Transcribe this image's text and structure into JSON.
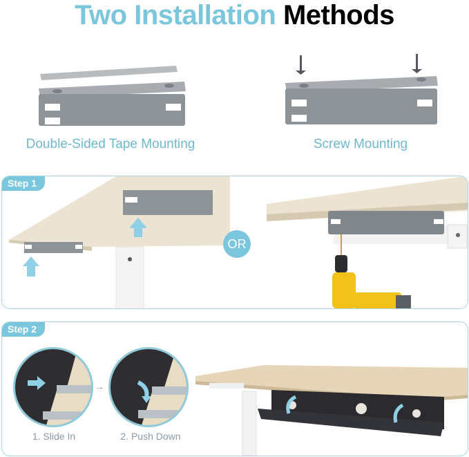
{
  "header": {
    "title_part1": "Two Installation",
    "title_part2": "Methods"
  },
  "methods": [
    {
      "label": "Double-Sided Tape Mounting",
      "illustration": "bracket-with-tape"
    },
    {
      "label": "Screw Mounting",
      "illustration": "bracket-with-screws"
    }
  ],
  "step1": {
    "tag": "Step 1",
    "or_label": "OR"
  },
  "step2": {
    "tag": "Step 2",
    "sub_steps": [
      {
        "label": "1. Slide In"
      },
      {
        "label": "2. Push Down"
      }
    ],
    "arrow": "→"
  },
  "colors": {
    "accent": "#7ac6dc",
    "panel_border": "#a9d6e0",
    "bracket_gray": "#8e9398",
    "desk_wood": "#e8dcc4",
    "tray_black": "#2b2b2f",
    "drill_yellow": "#f2c21a"
  }
}
